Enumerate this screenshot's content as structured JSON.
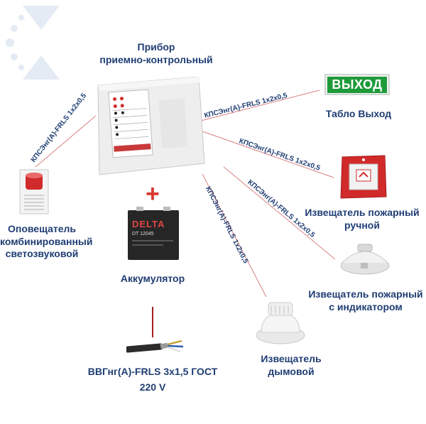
{
  "panel": {
    "title_line1": "Прибор",
    "title_line2": "приемно-контрольный"
  },
  "exit_sign": {
    "text": "ВЫХОД",
    "label": "Табло Выход"
  },
  "manual_detector": {
    "line1": "Извещатель пожарный",
    "line2": "ручной"
  },
  "indicator_detector": {
    "line1": "Извещатель пожарный",
    "line2": "с индикатором"
  },
  "smoke_detector": {
    "label": "Извещатель дымовой"
  },
  "siren": {
    "line1": "Оповещатель",
    "line2": "комбинированный",
    "line3": "светозвуковой"
  },
  "battery": {
    "label": "Аккумулятор",
    "brand": "DELTA",
    "model": "DT 12045"
  },
  "power_cable": {
    "line1": "ВВГнг(А)-FRLS 3х1,5 ГОСТ",
    "line2": "220 V"
  },
  "cables": {
    "to_siren": "КПСЭнг(А)-FRLS 1х2х0,5",
    "to_exit": "КПСЭнг(А)-FRLS 1х2х0,5",
    "to_manual": "КПСЭнг(А)-FRLS 1х2х0,5",
    "to_indicator": "КПСЭнг(А)-FRLS 1х2х0,5",
    "to_smoke": "КПСЭнг(А)-FRLS 1х2х0,5"
  },
  "plus_sign": "+"
}
